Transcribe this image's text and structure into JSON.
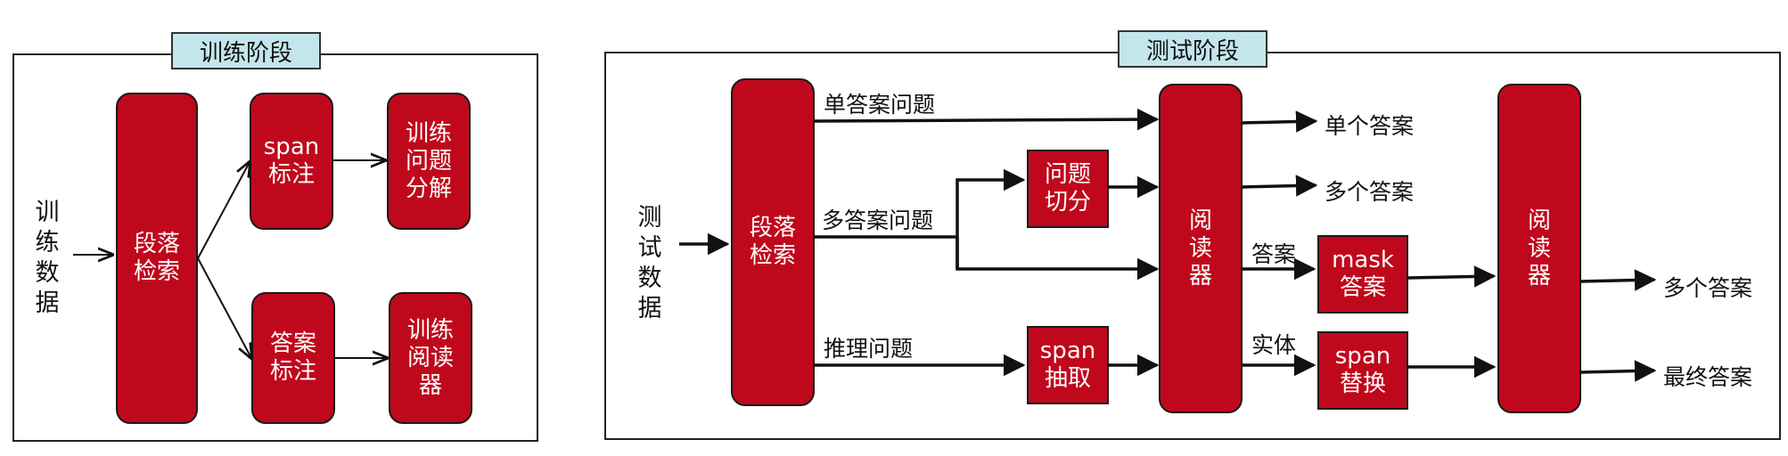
{
  "training": {
    "title": "训练阶段",
    "input": "训\n练\n数\n据",
    "retrieval": "段落\n检索",
    "span_label": "span\n标注",
    "answer_label": "答案\n标注",
    "train_decomp": "训练\n问题\n分解",
    "train_reader": "训练\n阅读\n器"
  },
  "testing": {
    "title": "测试阶段",
    "input": "测\n试\n数\n据",
    "retrieval": "段落\n检索",
    "single_q": "单答案问题",
    "multi_q": "多答案问题",
    "reasoning_q": "推理问题",
    "q_split": "问题\n切分",
    "span_extract": "span\n抽取",
    "reader1": "阅\n读\n器",
    "single_answer": "单个答案",
    "multi_answer": "多个答案",
    "answer_label": "答案",
    "entity_label": "实体",
    "mask_answer": "mask\n答案",
    "span_replace": "span\n替换",
    "reader2": "阅\n读\n器",
    "multi_answer_final": "多个答案",
    "final_answer": "最终答案"
  }
}
